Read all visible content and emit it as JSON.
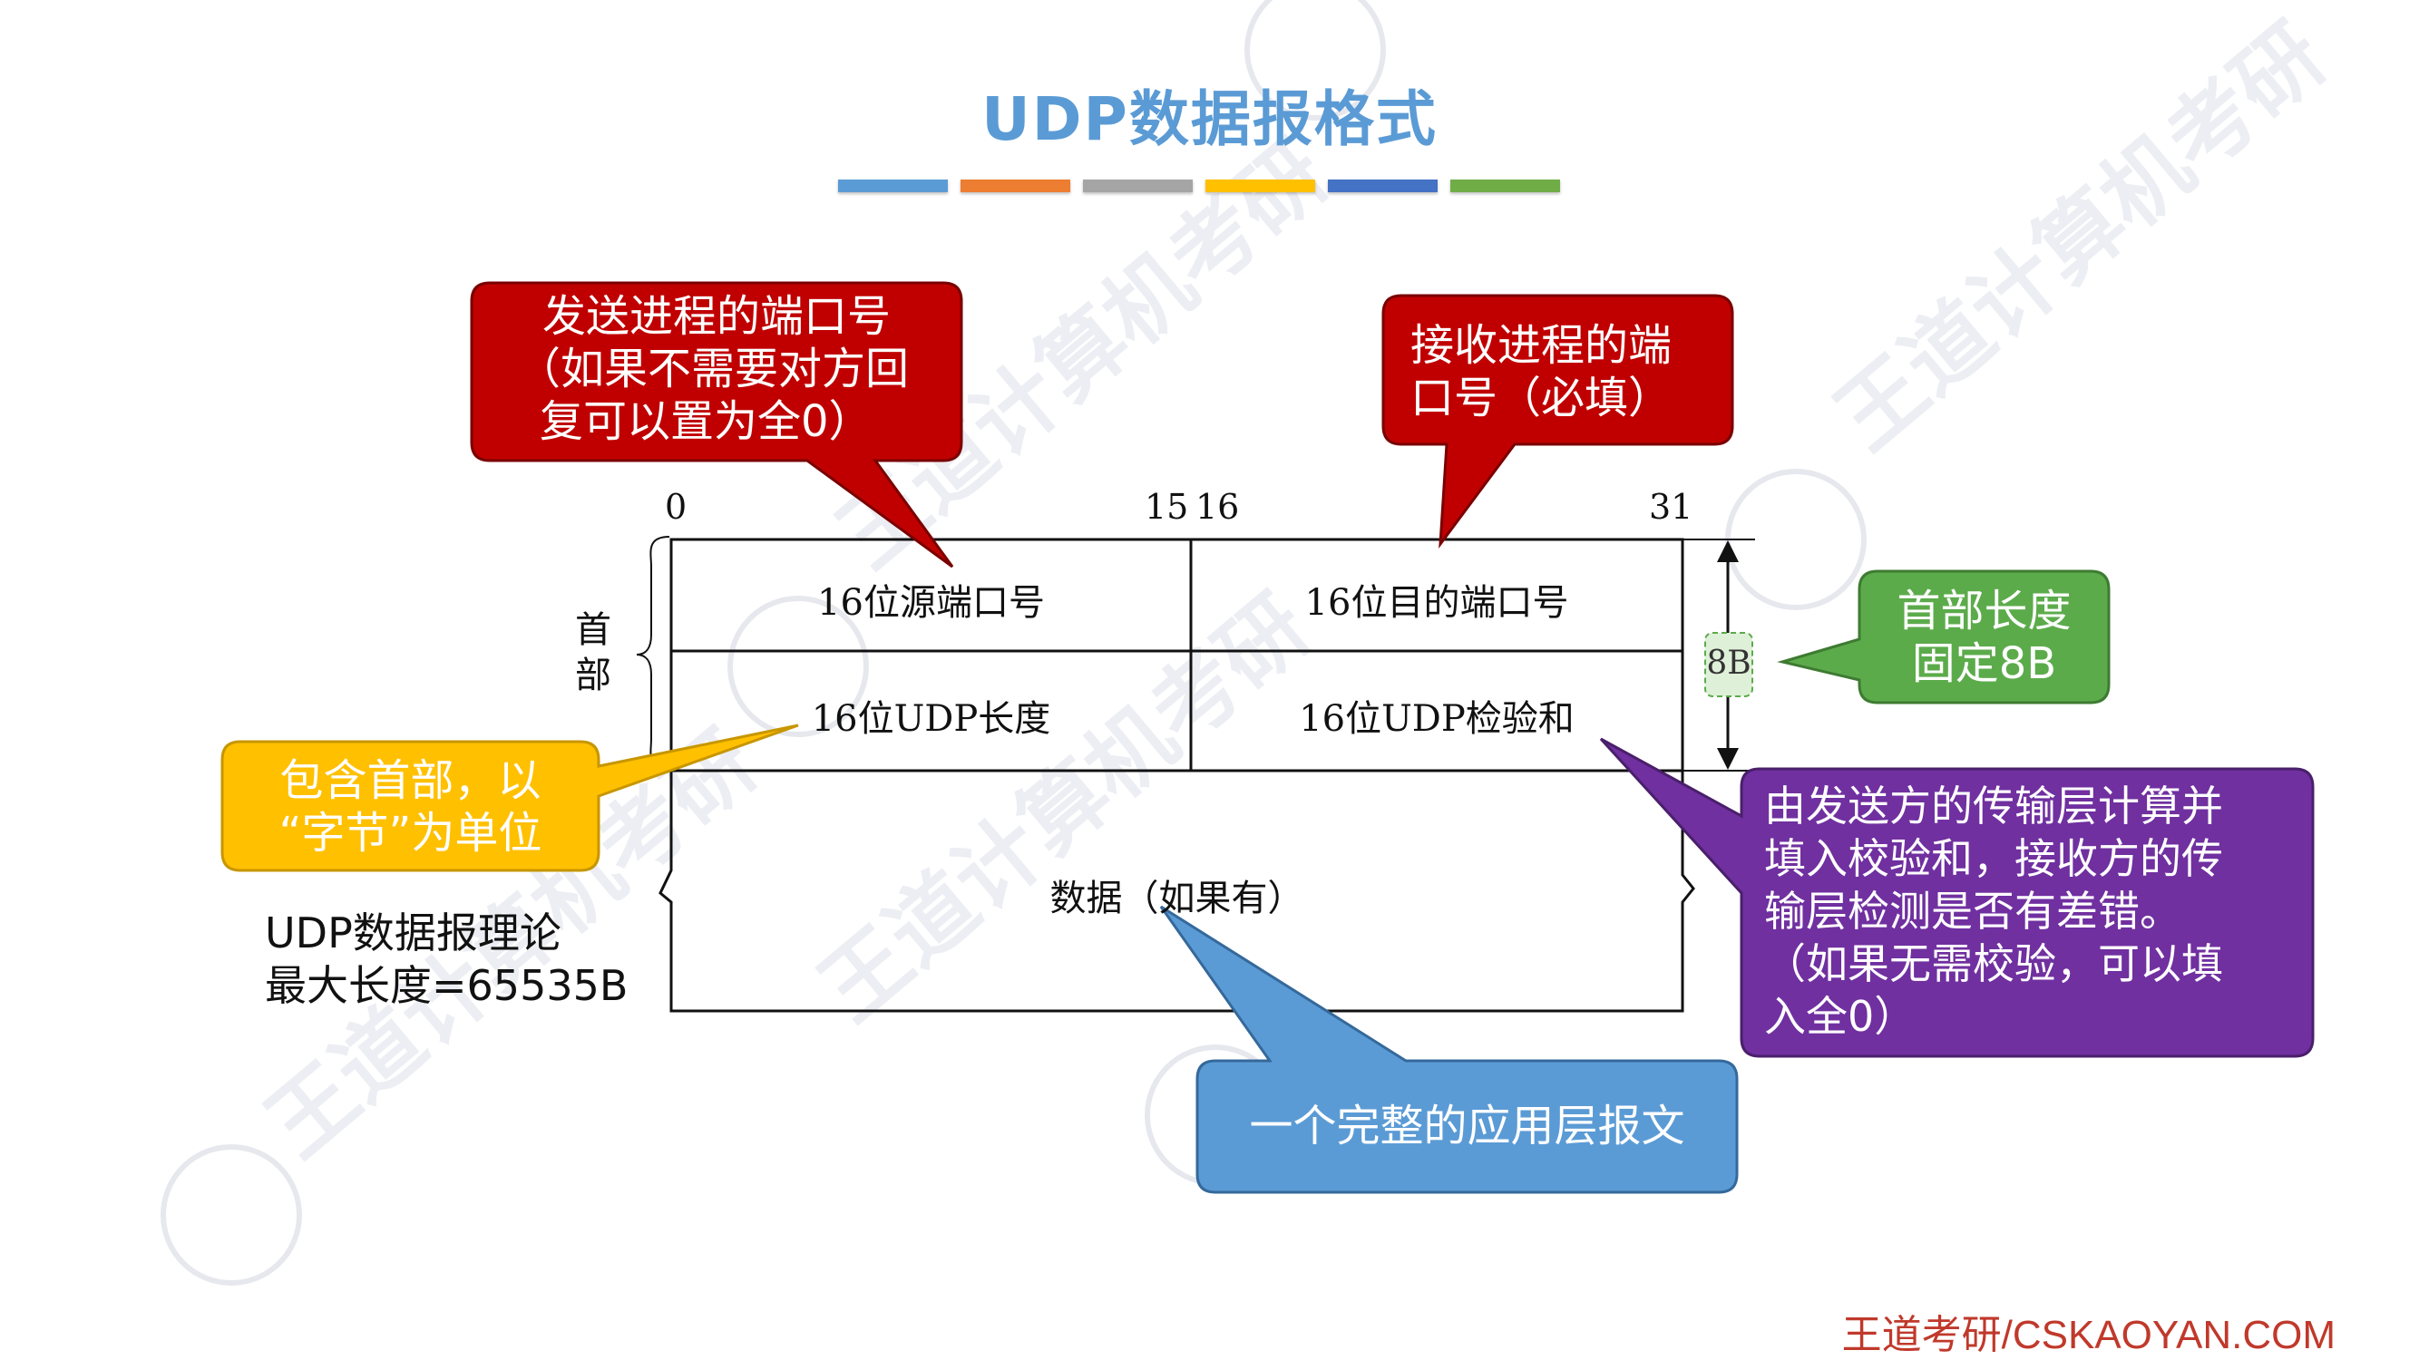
{
  "title": "UDP数据报格式",
  "color_bars": [
    "#5b9bd5",
    "#ed7d31",
    "#a5a5a5",
    "#ffc000",
    "#4472c4",
    "#70ad47"
  ],
  "header_format": {
    "bit_labels": [
      "0",
      "15",
      "16",
      "31"
    ],
    "fields": {
      "src_port": "16位源端口号",
      "dst_port": "16位目的端口号",
      "udp_length": "16位UDP长度",
      "checksum": "16位UDP检验和",
      "data": "数据（如果有）"
    },
    "header_label": [
      "首",
      "部"
    ],
    "size_label": "8B"
  },
  "callouts": {
    "src_port": [
      "发送进程的端口号",
      "（如果不需要对方回",
      "复可以置为全0）"
    ],
    "dst_port": [
      "接收进程的端",
      "口号（必填）"
    ],
    "header_len": [
      "首部长度",
      "固定8B"
    ],
    "length": [
      "包含首部，以",
      "“字节”为单位"
    ],
    "checksum": [
      "由发送方的传输层计算并",
      "填入校验和，接收方的传",
      "输层检测是否有差错。",
      "（如果无需校验，可以填",
      "入全0）"
    ],
    "data": [
      "一个完整的应用层报文"
    ]
  },
  "max_note": [
    "UDP数据报理论",
    "最大长度=65535B"
  ],
  "footer": {
    "cn": "王道考研",
    "en": "/CSKAOYAN.COM"
  },
  "colors": {
    "red": "#c00000",
    "green": "#5cab4b",
    "yellow": "#ffc000",
    "purple": "#7030a0",
    "blue": "#5b9bd5"
  }
}
